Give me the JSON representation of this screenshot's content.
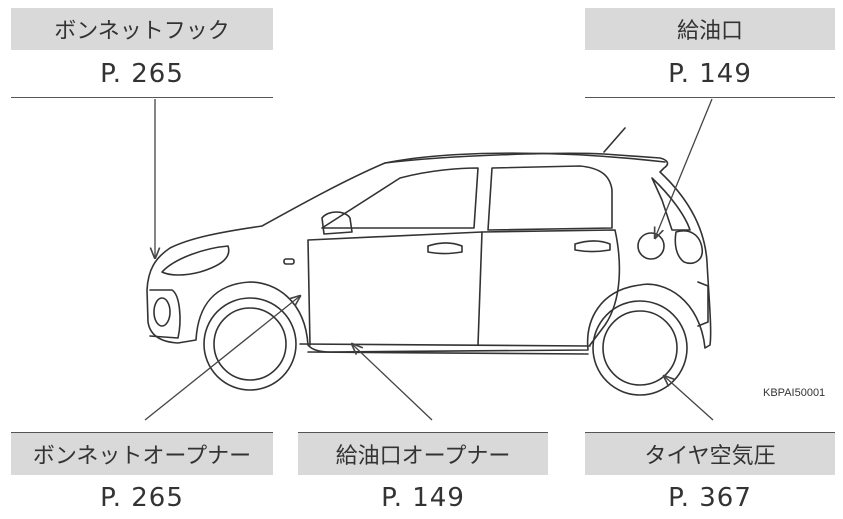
{
  "callouts": {
    "hood_hook": {
      "label": "ボンネットフック",
      "page": "P. 265"
    },
    "fuel_lid": {
      "label": "給油口",
      "page": "P. 149"
    },
    "hood_opener": {
      "label": "ボンネットオープナー",
      "page": "P. 265"
    },
    "fuel_lid_opener": {
      "label": "給油口オープナー",
      "page": "P. 149"
    },
    "tire_pressure": {
      "label": "タイヤ空気圧",
      "page": "P. 367"
    }
  },
  "figure_code": "KBPAI50001"
}
